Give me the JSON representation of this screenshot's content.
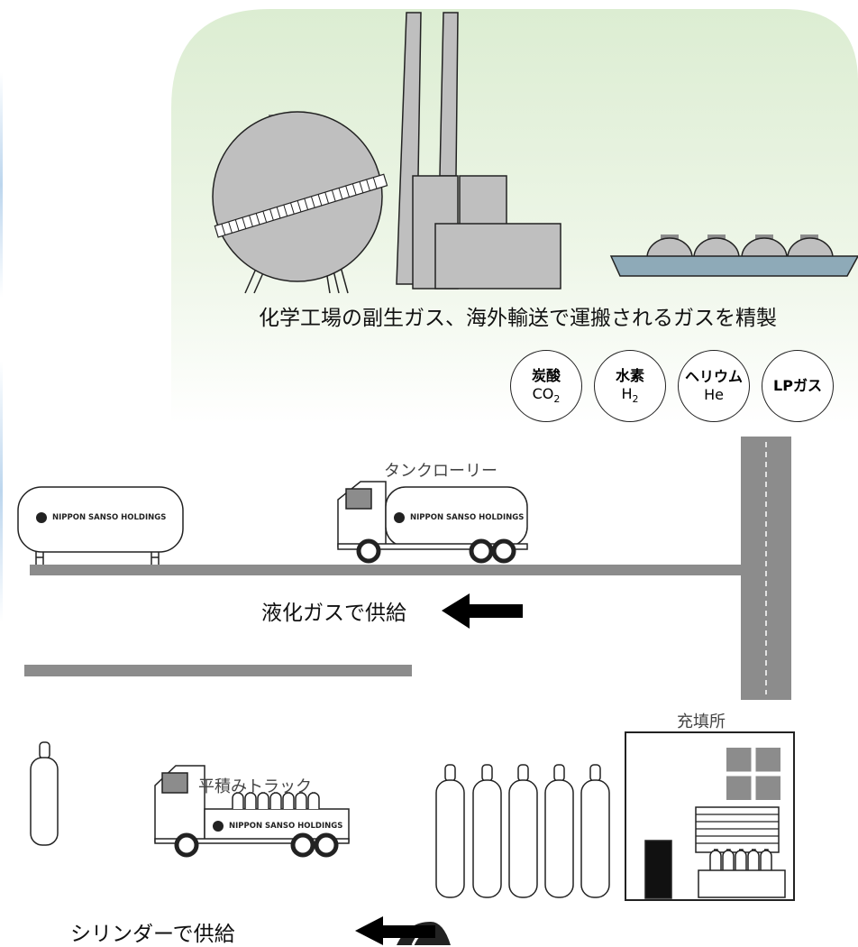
{
  "top_caption": "化学工場の副生ガス、海外輸送で運搬されるガスを精製",
  "gases": [
    {
      "name": "炭酸",
      "formula_main": "CO",
      "formula_sub": "2"
    },
    {
      "name": "水素",
      "formula_main": "H",
      "formula_sub": "2"
    },
    {
      "name": "ヘリウム",
      "formula_main": "He",
      "formula_sub": ""
    },
    {
      "name": "LPガス",
      "formula_main": "",
      "formula_sub": ""
    }
  ],
  "tank_lorry_label": "タンクローリー",
  "liquid_supply_label": "液化ガスで供給",
  "filling_station_label": "充填所",
  "flatbed_truck_label": "平積みトラック",
  "cylinder_supply_label": "シリンダーで供給",
  "logo_text": "NIPPON SANSO HOLDINGS",
  "colors": {
    "sky_green": "#e2efd9",
    "structure_gray": "#bfbfbf",
    "road_gray": "#8c8c8c",
    "side_bar_blue": "#bdd7ee"
  }
}
